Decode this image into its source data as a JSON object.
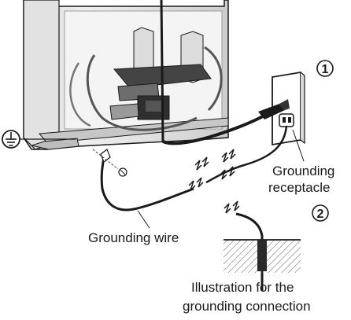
{
  "labels": {
    "step_1": "1",
    "step_2": "2",
    "grounding_receptacle_line1": "Grounding",
    "grounding_receptacle_line2": "receptacle",
    "grounding_wire": "Grounding wire",
    "illustration_line1": "Illustration for the",
    "illustration_line2": "grounding connection"
  },
  "icons": {
    "ground_symbol": "earth-ground-icon",
    "break_marks": "wire-break-icon",
    "screw": "screw-icon",
    "plug": "power-plug-icon",
    "outlet": "wall-outlet-icon"
  },
  "colors": {
    "line": "#1a1a1a",
    "cabinet_light": "#e9e9e9",
    "cabinet_mid": "#cfcfcf",
    "cabinet_dark": "#8a8a8a",
    "machine_dark": "#3a3a3a"
  }
}
